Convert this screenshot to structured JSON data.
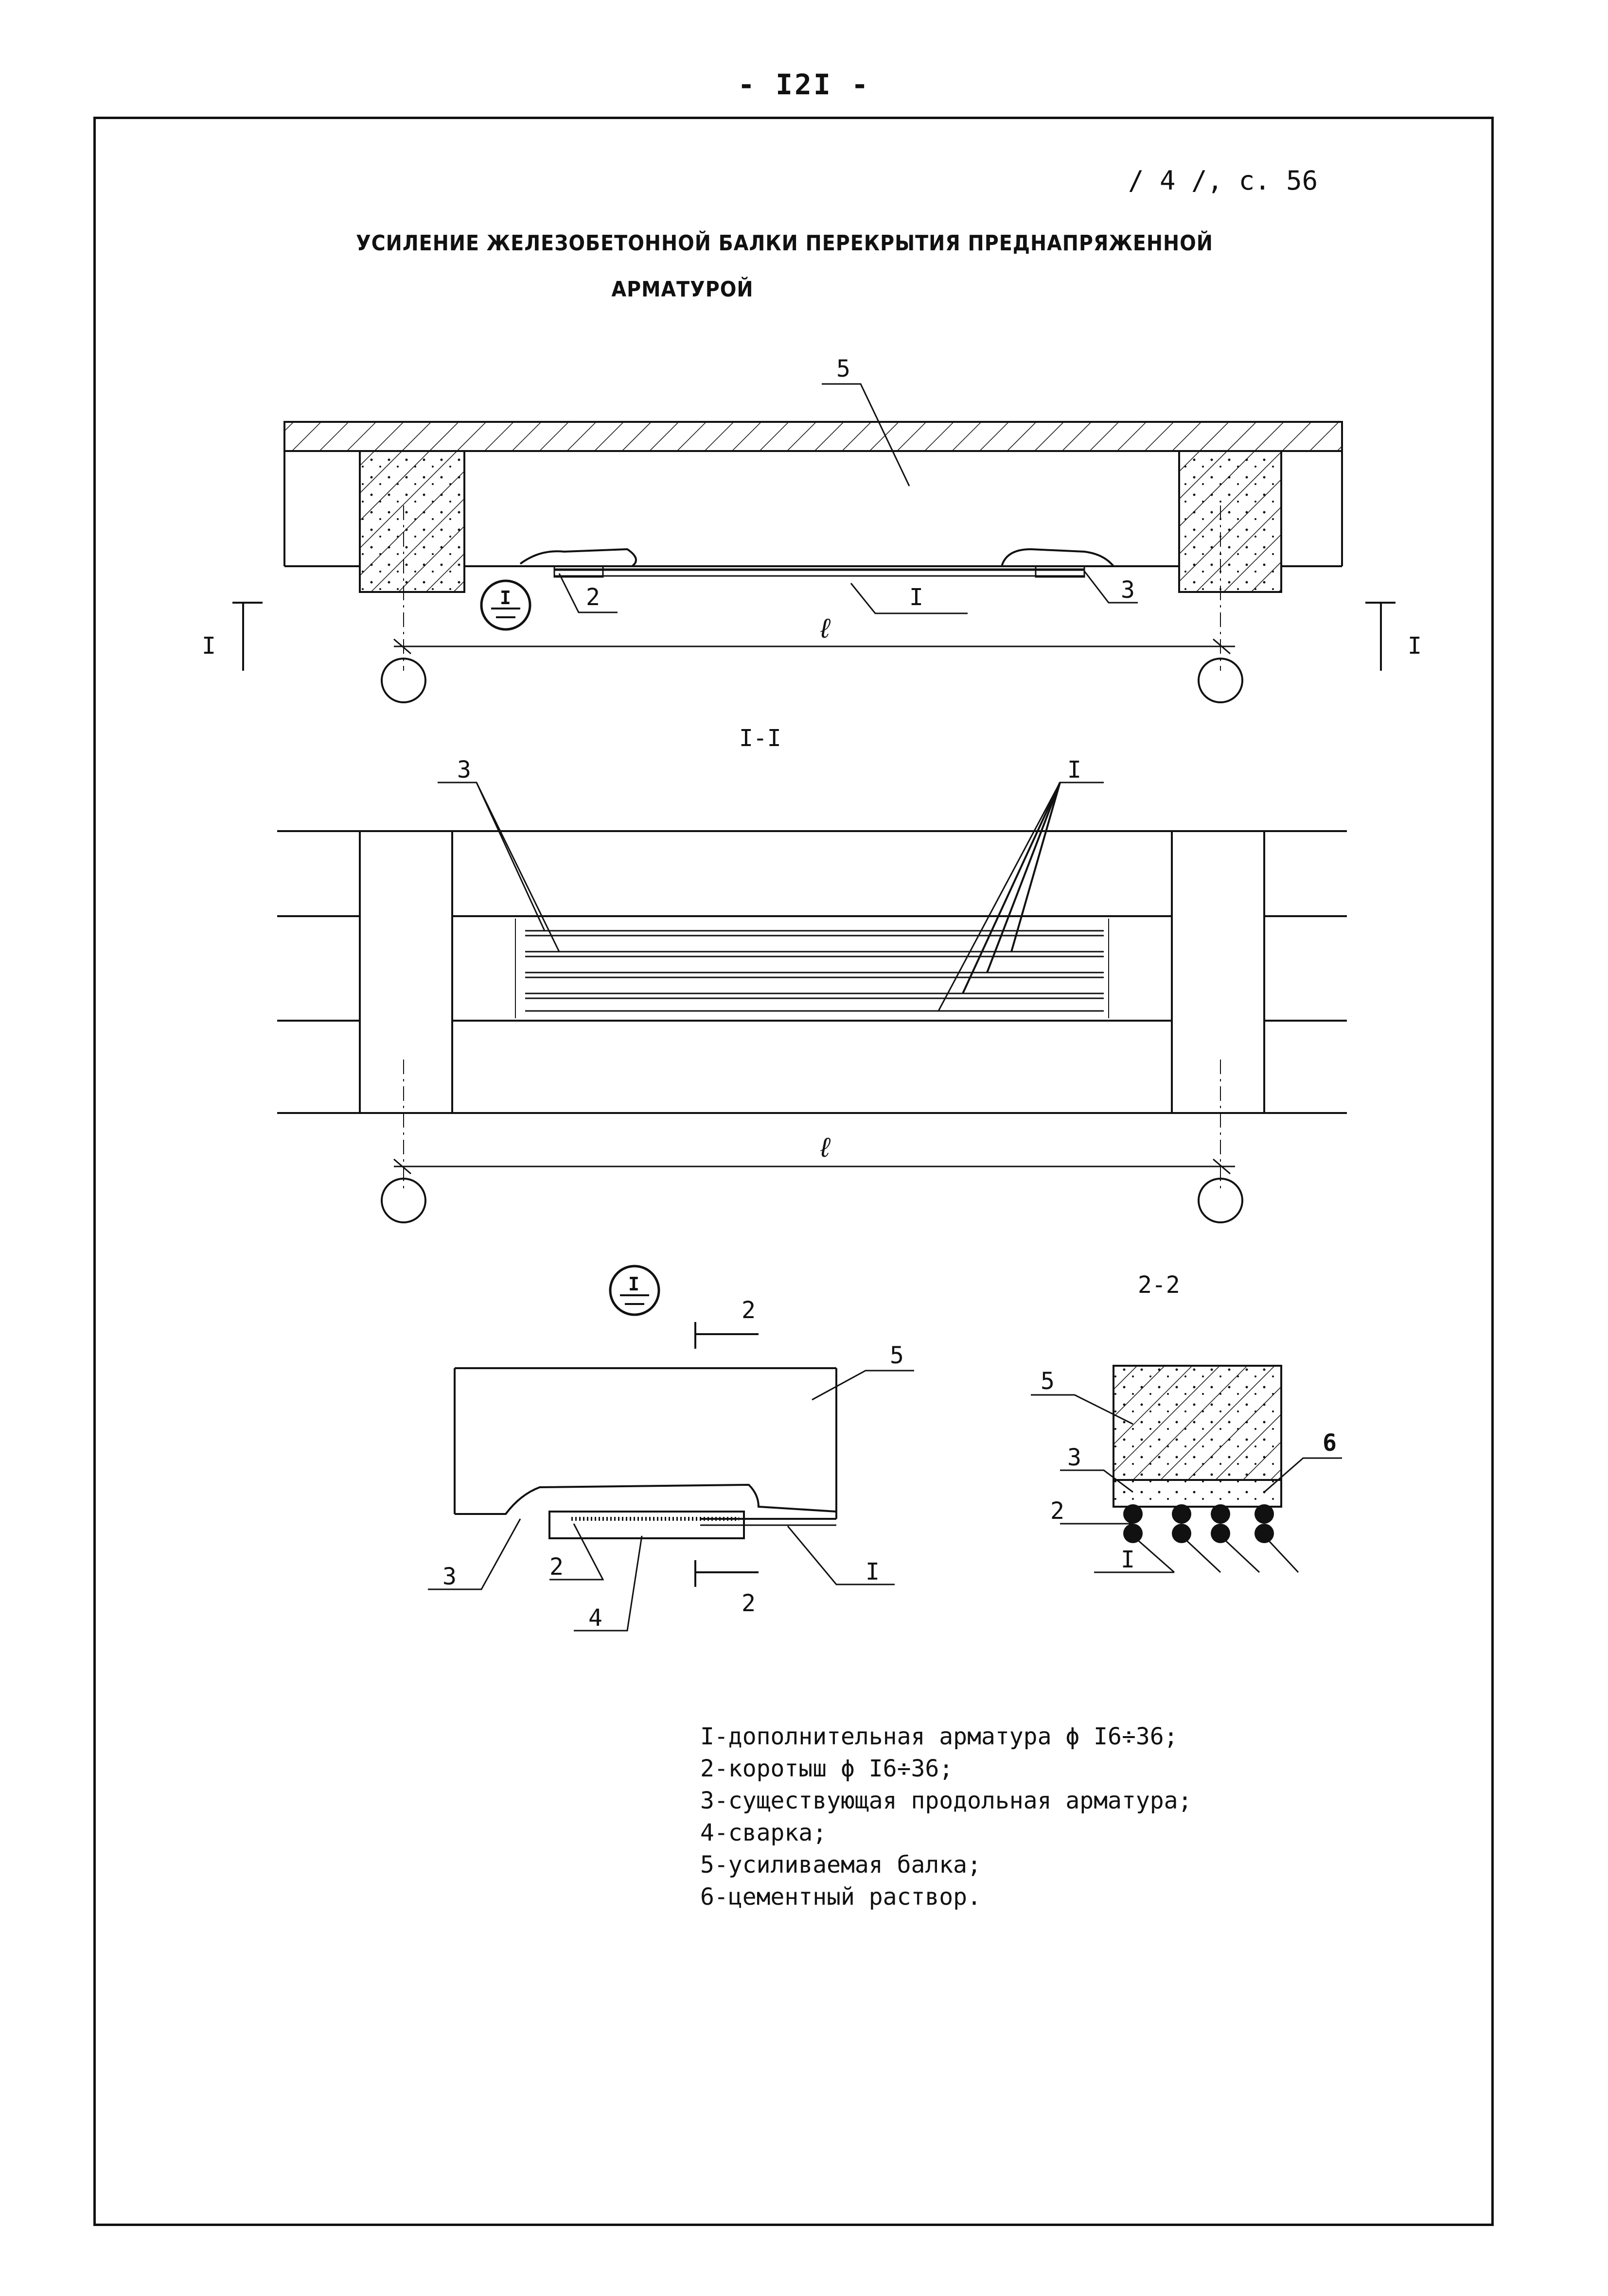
{
  "page_number": "- I2I -",
  "reference": "/ 4 /, с. 56",
  "title": {
    "line1": "УСИЛЕНИЕ ЖЕЛЕЗОБЕТОННОЙ БАЛКИ  ПЕРЕКРЫТИЯ ПРЕДНАПРЯЖЕННОЙ",
    "line2": "АРМАТУРОЙ"
  },
  "views": {
    "elevation": {
      "callouts": {
        "c5": "5",
        "c2": "2",
        "c1": "I",
        "c3": "3"
      },
      "span_label": "ℓ",
      "section_mark_left": "I",
      "section_mark_right": "I",
      "detail_mark": "I"
    },
    "plan": {
      "title": "I-I",
      "callouts": {
        "c3": "3",
        "c1": "I"
      },
      "span_label": "ℓ"
    },
    "detail": {
      "mark": "I",
      "section_top": "2",
      "section_bottom": "2",
      "callouts": {
        "c5": "5",
        "c3": "3",
        "c2": "2",
        "c4": "4",
        "c1": "I"
      }
    },
    "section_2_2": {
      "title": "2-2",
      "callouts": {
        "c5": "5",
        "c3": "3",
        "c6": "6",
        "c2": "2",
        "c1": "I"
      }
    }
  },
  "legend": [
    "I-дополнительная арматура ϕ I6÷36;",
    "2-коротыш ϕ I6÷36;",
    "3-существующая продольная арматура;",
    "4-сварка;",
    "5-усиливаемая балка;",
    "6-цементный раствор."
  ]
}
